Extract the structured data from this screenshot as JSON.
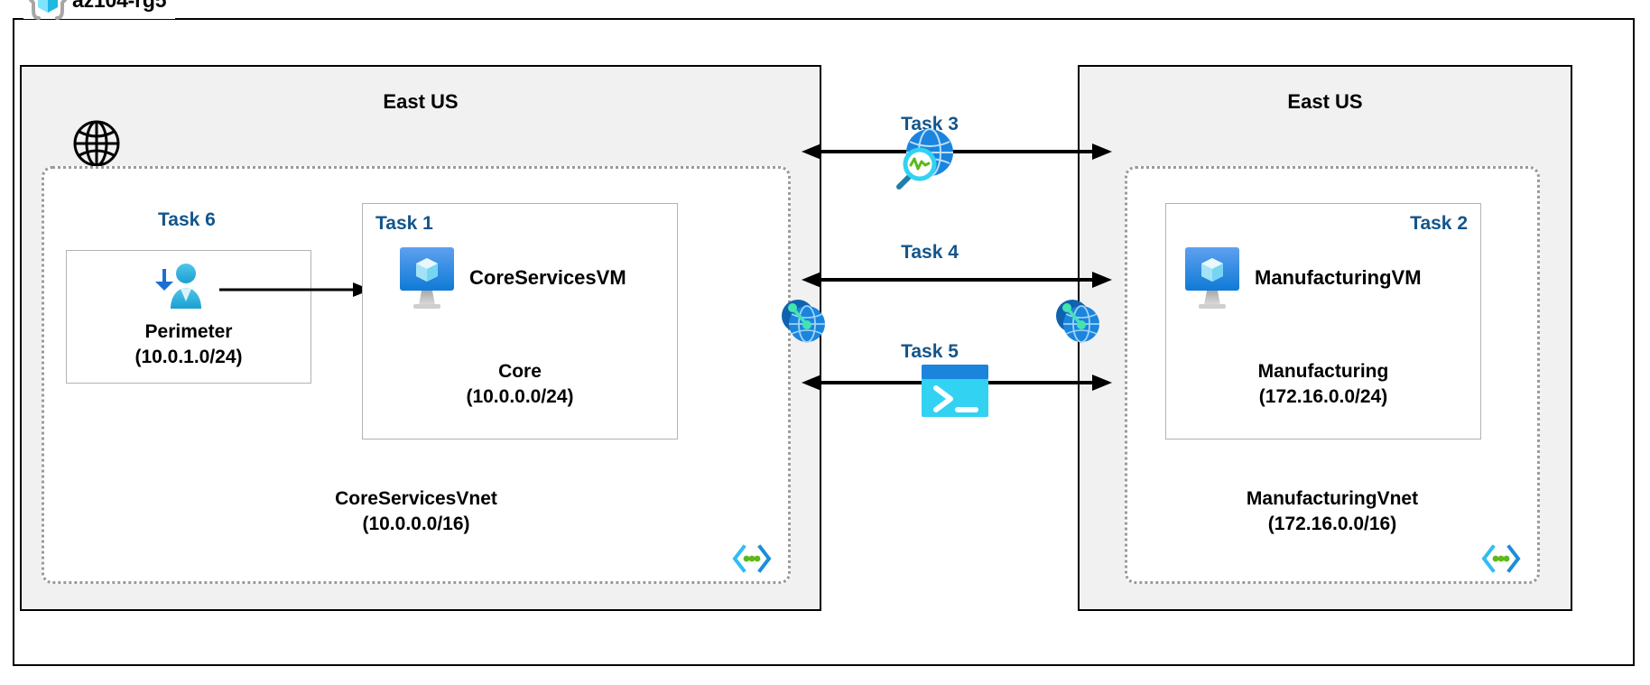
{
  "resource_group": {
    "name": "az104-rg5",
    "icon": "resource-group-icon"
  },
  "regions": [
    {
      "id": "left",
      "title": "East US",
      "vnet": {
        "name": "CoreServicesVnet",
        "cidr": "(10.0.0.0/16)",
        "icon": "virtual-network-icon"
      },
      "subnets": [
        {
          "id": "perimeter",
          "task": "Task 6",
          "name": "Perimeter",
          "cidr": "(10.0.1.0/24)",
          "resource_icon": "bastion-user-icon"
        },
        {
          "id": "core",
          "task": "Task 1",
          "name": "Core",
          "cidr": "(10.0.0.0/24)",
          "resource_label": "CoreServicesVM",
          "resource_icon": "virtual-machine-icon"
        }
      ],
      "internet_icon": "internet-globe-icon",
      "peering_icon": "vnet-peering-icon"
    },
    {
      "id": "right",
      "title": "East US",
      "vnet": {
        "name": "ManufacturingVnet",
        "cidr": "(172.16.0.0/16)",
        "icon": "virtual-network-icon"
      },
      "subnets": [
        {
          "id": "manufacturing",
          "task": "Task 2",
          "name": "Manufacturing",
          "cidr": "(172.16.0.0/24)",
          "resource_label": "ManufacturingVM",
          "resource_icon": "virtual-machine-icon"
        }
      ],
      "peering_icon": "vnet-peering-icon"
    }
  ],
  "connectors": [
    {
      "id": "task3",
      "label": "Task 3",
      "icon": "network-watcher-icon",
      "direction": "bidirectional"
    },
    {
      "id": "task4",
      "label": "Task 4",
      "icon": "vnet-peering-icon",
      "direction": "bidirectional"
    },
    {
      "id": "task5",
      "label": "Task 5",
      "icon": "cloud-shell-icon",
      "direction": "bidirectional"
    }
  ],
  "colors": {
    "task_text": "#14558b",
    "region_bg": "#f1f1f1",
    "vnet_border": "#9a9a9a",
    "subnet_border": "#b3b3b3",
    "azure_blue": "#0078d4",
    "cyan": "#50e6ff",
    "green": "#5bb918"
  }
}
